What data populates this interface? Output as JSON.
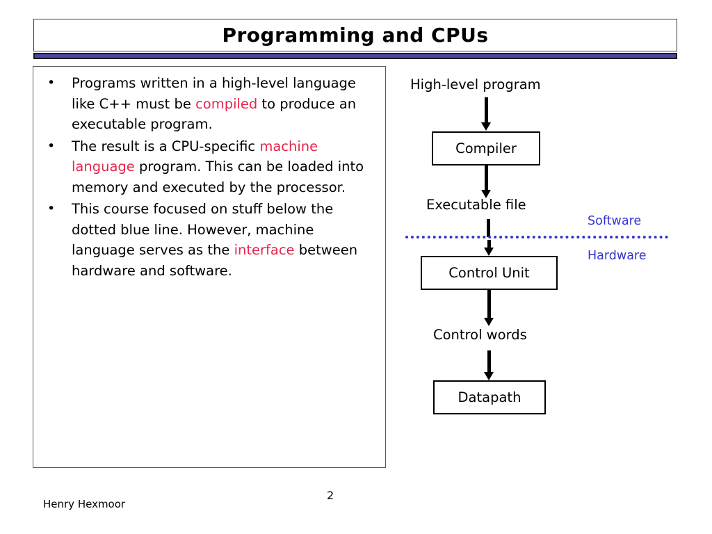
{
  "slide": {
    "title": "Programming and CPUs",
    "page_number": "2",
    "author": "Henry Hexmoor",
    "accent_bar_color": "#4a46a8",
    "highlight_color": "#e8254c",
    "divider_color": "#3333cc"
  },
  "bullets": [
    {
      "marker": "•",
      "parts": [
        {
          "text": "Programs written in a high-level language like C++ must be ",
          "highlight": false
        },
        {
          "text": "compiled",
          "highlight": true
        },
        {
          "text": " to produce an executable program.",
          "highlight": false
        }
      ]
    },
    {
      "marker": "•",
      "parts": [
        {
          "text": "The result is a CPU-specific ",
          "highlight": false
        },
        {
          "text": "machine language",
          "highlight": true
        },
        {
          "text": " program. This can be loaded into memory and executed by the processor.",
          "highlight": false
        }
      ]
    },
    {
      "marker": "•",
      "parts": [
        {
          "text": "This course focused on stuff below the dotted blue line. However, machine language serves as the ",
          "highlight": false
        },
        {
          "text": "interface",
          "highlight": true
        },
        {
          "text": " between hardware and software.",
          "highlight": false
        }
      ]
    }
  ],
  "diagram": {
    "nodes": [
      {
        "id": "high-level-program",
        "label": "High-level program",
        "kind": "label"
      },
      {
        "id": "compiler",
        "label": "Compiler",
        "kind": "box"
      },
      {
        "id": "executable-file",
        "label": "Executable file",
        "kind": "label"
      },
      {
        "id": "control-unit",
        "label": "Control Unit",
        "kind": "box"
      },
      {
        "id": "control-words",
        "label": "Control words",
        "kind": "label"
      },
      {
        "id": "datapath",
        "label": "Datapath",
        "kind": "box"
      }
    ],
    "side_labels": {
      "software": "Software",
      "hardware": "Hardware"
    },
    "edges": [
      {
        "from": "high-level-program",
        "to": "compiler"
      },
      {
        "from": "compiler",
        "to": "executable-file"
      },
      {
        "from": "executable-file",
        "to": "control-unit"
      },
      {
        "from": "control-unit",
        "to": "control-words"
      },
      {
        "from": "control-words",
        "to": "datapath"
      }
    ]
  }
}
